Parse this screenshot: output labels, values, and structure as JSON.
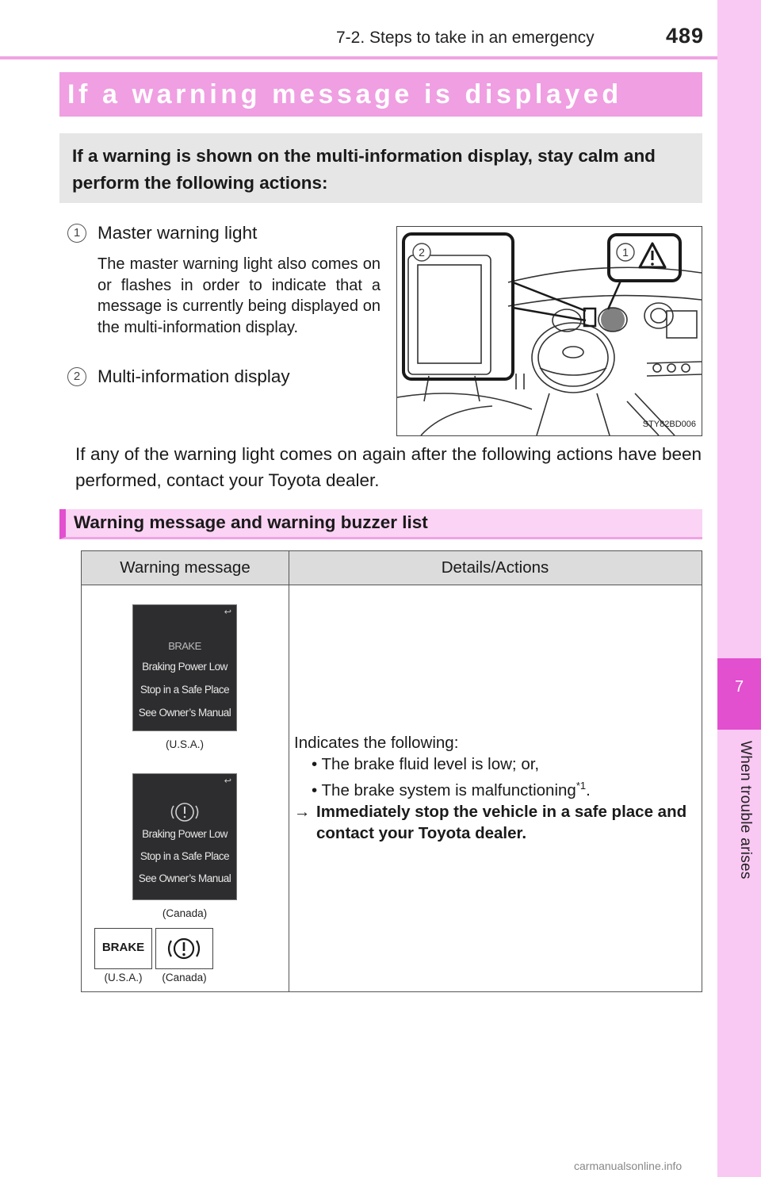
{
  "header": {
    "section": "7-2. Steps to take in an emergency",
    "page_number": "489"
  },
  "sidebar": {
    "chapter_number": "7",
    "chapter_title": "When trouble arises"
  },
  "title": "If a warning message is displayed",
  "intro": "If a warning is shown on the multi-information display, stay calm and perform the following actions:",
  "items": [
    {
      "number": "1",
      "title": "Master warning light",
      "description": "The master warning light also comes on or flashes in order to indicate that a message is currently being displayed on the multi-information display."
    },
    {
      "number": "2",
      "title": "Multi-information display"
    }
  ],
  "figure": {
    "code": "STY82BD006",
    "callouts": [
      "1",
      "2"
    ]
  },
  "note": "If any of the warning light comes on again after the following actions have been performed, contact your Toyota dealer.",
  "subheading": "Warning message and warning buzzer list",
  "table": {
    "headers": [
      "Warning message",
      "Details/Actions"
    ],
    "row": {
      "screen_usa": {
        "lines": [
          "BRAKE",
          "Braking Power Low",
          "Stop in a Safe Place",
          "See Owner’s Manual"
        ],
        "caption": "(U.S.A.)"
      },
      "screen_canada": {
        "lines": [
          "Braking Power Low",
          "Stop in a Safe Place",
          "See Owner’s Manual"
        ],
        "caption": "(Canada)"
      },
      "screen_back_glyph": "↩",
      "indicator_usa": {
        "text": "BRAKE",
        "caption": "(U.S.A.)"
      },
      "indicator_canada": {
        "caption": "(Canada)"
      },
      "details": {
        "lead": "Indicates the following:",
        "bullets": [
          "The brake fluid level is low; or,",
          "The brake system is malfunctioning"
        ],
        "footnote_mark": "*1",
        "action": "Immediately stop the vehicle in a safe place and contact your Toyota dealer."
      }
    }
  },
  "watermark": "carmanualsonline.info"
}
